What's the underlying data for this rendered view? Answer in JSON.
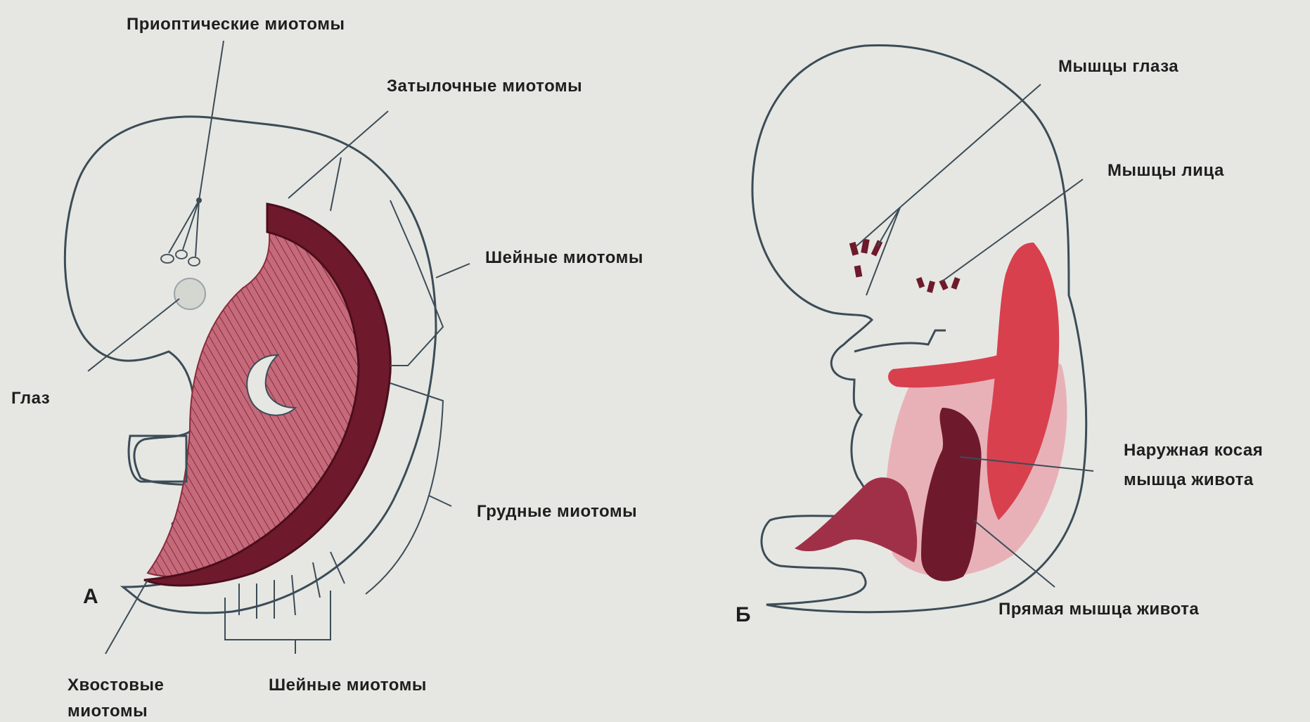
{
  "panel_a": {
    "letter": "А",
    "labels": {
      "preoptic": "Приоптические миотомы",
      "occipital": "Затылочные миотомы",
      "cervical_right": "Шейные миотомы",
      "eye": "Глаз",
      "thoracic": "Грудные миотомы",
      "caudal_line1": "Хвостовые",
      "caudal_line2": "миотомы",
      "cervical_bottom": "Шейные миотомы"
    }
  },
  "panel_b": {
    "letter": "Б",
    "labels": {
      "eye_muscles": "Мышцы глаза",
      "face_muscles": "Мышцы лица",
      "external_oblique_line1": "Наружная косая",
      "external_oblique_line2": "мышца живота",
      "rectus": "Прямая мышца живота"
    }
  },
  "colors": {
    "background": "#e6e7e2",
    "outline": "#3c4c58",
    "dark_muscle": "#6e1a2c",
    "mid_muscle": "#a03048",
    "light_muscle": "#c46a7a",
    "pink_tint": "#e8a7b0",
    "bright_red": "#d8404e"
  }
}
